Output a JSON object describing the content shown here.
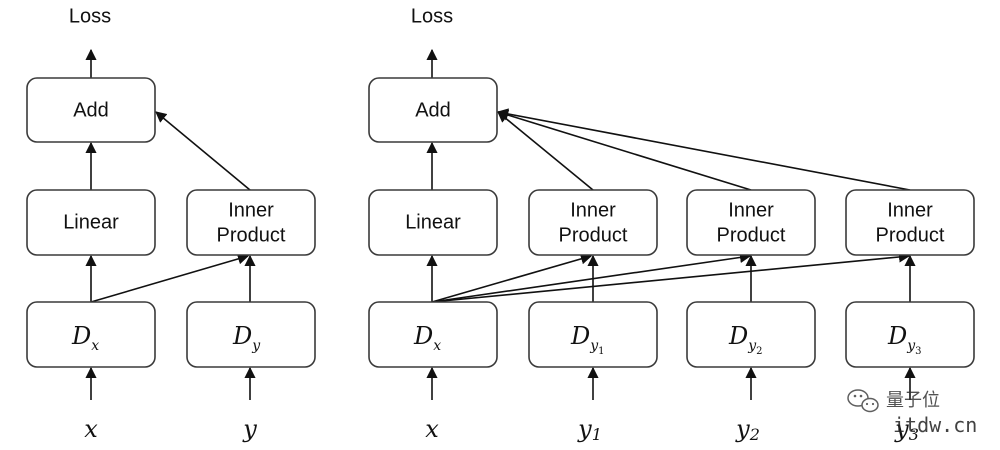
{
  "left_diagram": {
    "output_label": "Loss",
    "add_label": "Add",
    "linear_label": "Linear",
    "inner_product_label": [
      "Inner",
      "Product"
    ],
    "encoder_x": {
      "main": "D",
      "sub": "x"
    },
    "encoder_y": {
      "main": "D",
      "sub": "y"
    },
    "inputs": [
      {
        "main": "x",
        "sub": ""
      },
      {
        "main": "y",
        "sub": ""
      }
    ]
  },
  "right_diagram": {
    "output_label": "Loss",
    "add_label": "Add",
    "linear_label": "Linear",
    "inner_product_labels": [
      [
        "Inner",
        "Product"
      ],
      [
        "Inner",
        "Product"
      ],
      [
        "Inner",
        "Product"
      ]
    ],
    "encoder_x": {
      "main": "D",
      "sub": "x"
    },
    "encoders_y": [
      {
        "main": "D",
        "sub": "y",
        "sub2": "1"
      },
      {
        "main": "D",
        "sub": "y",
        "sub2": "2"
      },
      {
        "main": "D",
        "sub": "y",
        "sub2": "3"
      }
    ],
    "inputs": [
      {
        "main": "x",
        "sub": ""
      },
      {
        "main": "y",
        "sub": "1"
      },
      {
        "main": "y",
        "sub": "2"
      },
      {
        "main": "y",
        "sub": "3"
      }
    ]
  },
  "watermark": {
    "brand_text": "量子位",
    "url_text": "itdw.cn"
  }
}
